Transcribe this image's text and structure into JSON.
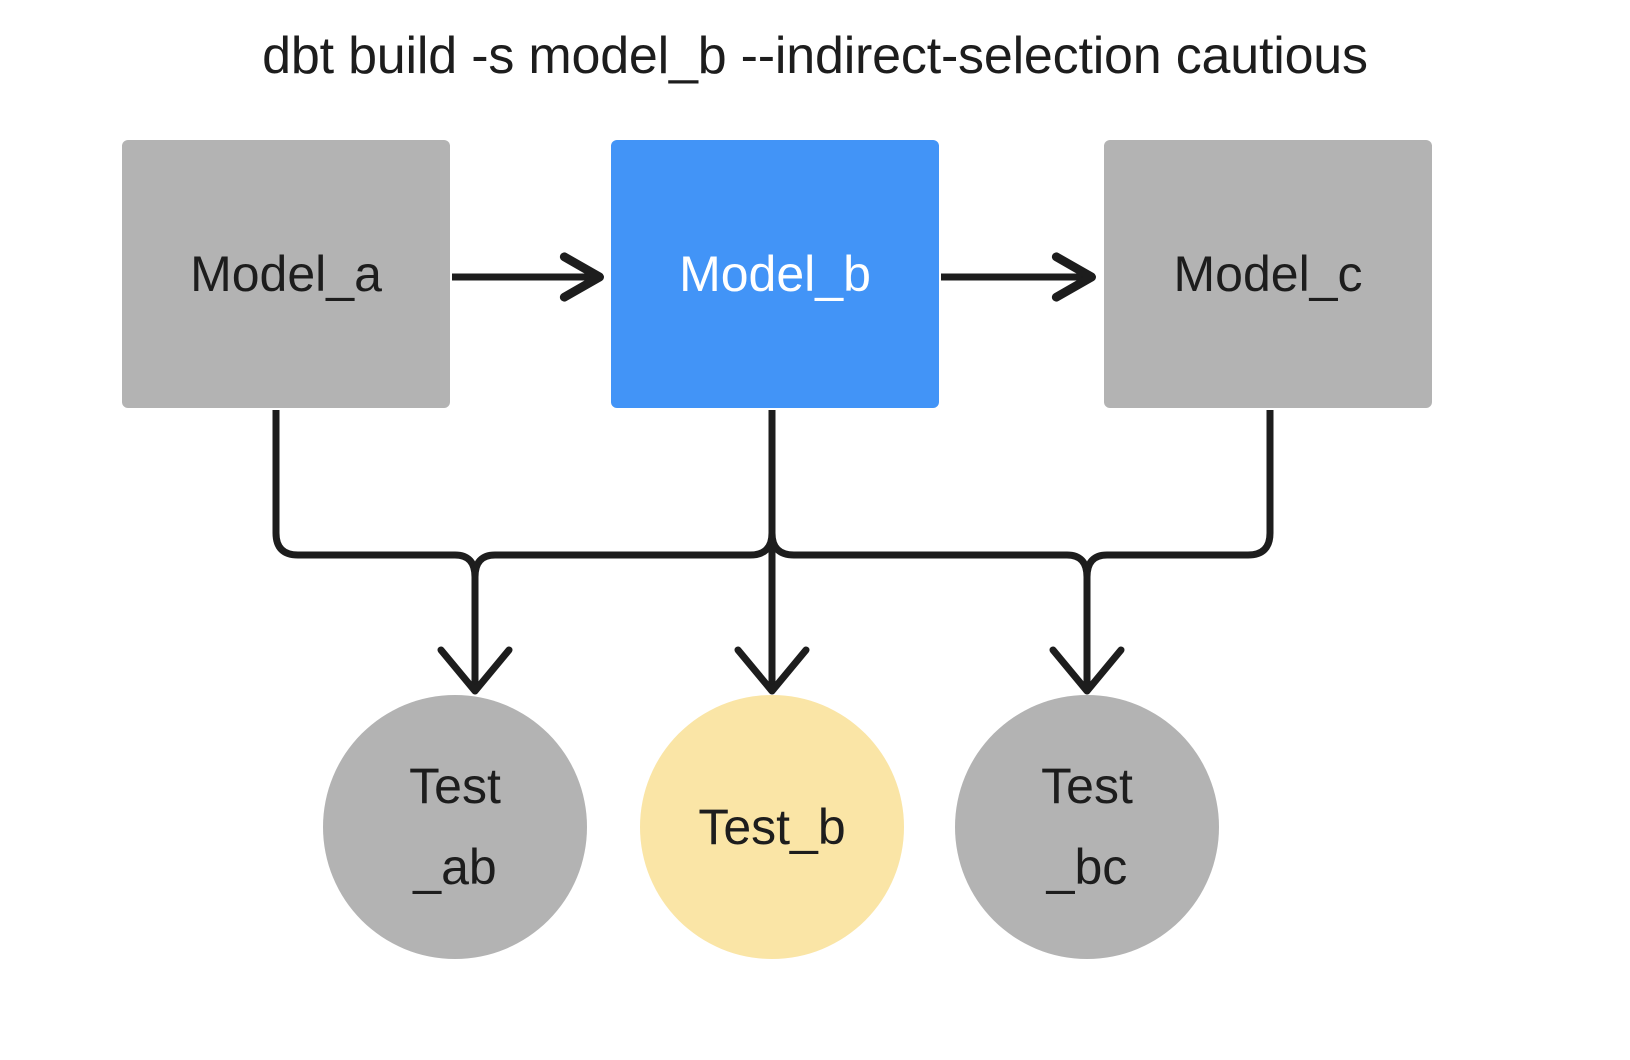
{
  "diagram": {
    "title": "dbt build -s model_b --indirect-selection cautious",
    "background_color": "#ffffff",
    "edge_color": "#1d1d1d",
    "colors": {
      "unselected_gray": "#b3b3b3",
      "selected_blue": "#4294f7",
      "indirect_yellow": "#fae5a6",
      "text_dark": "#1d1d1d",
      "text_light": "#ffffff"
    },
    "models": [
      {
        "id": "model_a",
        "label": "Model_a",
        "shape": "rectangle",
        "fill": "#b3b3b3",
        "text_color": "#1d1d1d",
        "state": "unselected"
      },
      {
        "id": "model_b",
        "label": "Model_b",
        "shape": "rectangle",
        "fill": "#4294f7",
        "text_color": "#ffffff",
        "state": "selected"
      },
      {
        "id": "model_c",
        "label": "Model_c",
        "shape": "rectangle",
        "fill": "#b3b3b3",
        "text_color": "#1d1d1d",
        "state": "unselected"
      }
    ],
    "tests": [
      {
        "id": "test_ab",
        "label": "Test\n_ab",
        "line1": "Test",
        "line2": "_ab",
        "shape": "circle",
        "fill": "#b3b3b3",
        "text_color": "#1d1d1d",
        "state": "not-run"
      },
      {
        "id": "test_b",
        "label": "Test_b",
        "line1": "Test_b",
        "line2": "",
        "shape": "circle",
        "fill": "#fae5a6",
        "text_color": "#1d1d1d",
        "state": "run"
      },
      {
        "id": "test_bc",
        "label": "Test\n_bc",
        "line1": "Test",
        "line2": "_bc",
        "shape": "circle",
        "fill": "#b3b3b3",
        "text_color": "#1d1d1d",
        "state": "not-run"
      }
    ],
    "edges": [
      {
        "from": "model_a",
        "to": "model_b",
        "style": "arrow"
      },
      {
        "from": "model_b",
        "to": "model_c",
        "style": "arrow"
      },
      {
        "from": "model_a",
        "to": "test_ab",
        "style": "elbow-arrow"
      },
      {
        "from": "model_b",
        "to": "test_ab",
        "style": "elbow-arrow"
      },
      {
        "from": "model_b",
        "to": "test_b",
        "style": "arrow"
      },
      {
        "from": "model_b",
        "to": "test_bc",
        "style": "elbow-arrow"
      },
      {
        "from": "model_c",
        "to": "test_bc",
        "style": "elbow-arrow"
      }
    ]
  }
}
